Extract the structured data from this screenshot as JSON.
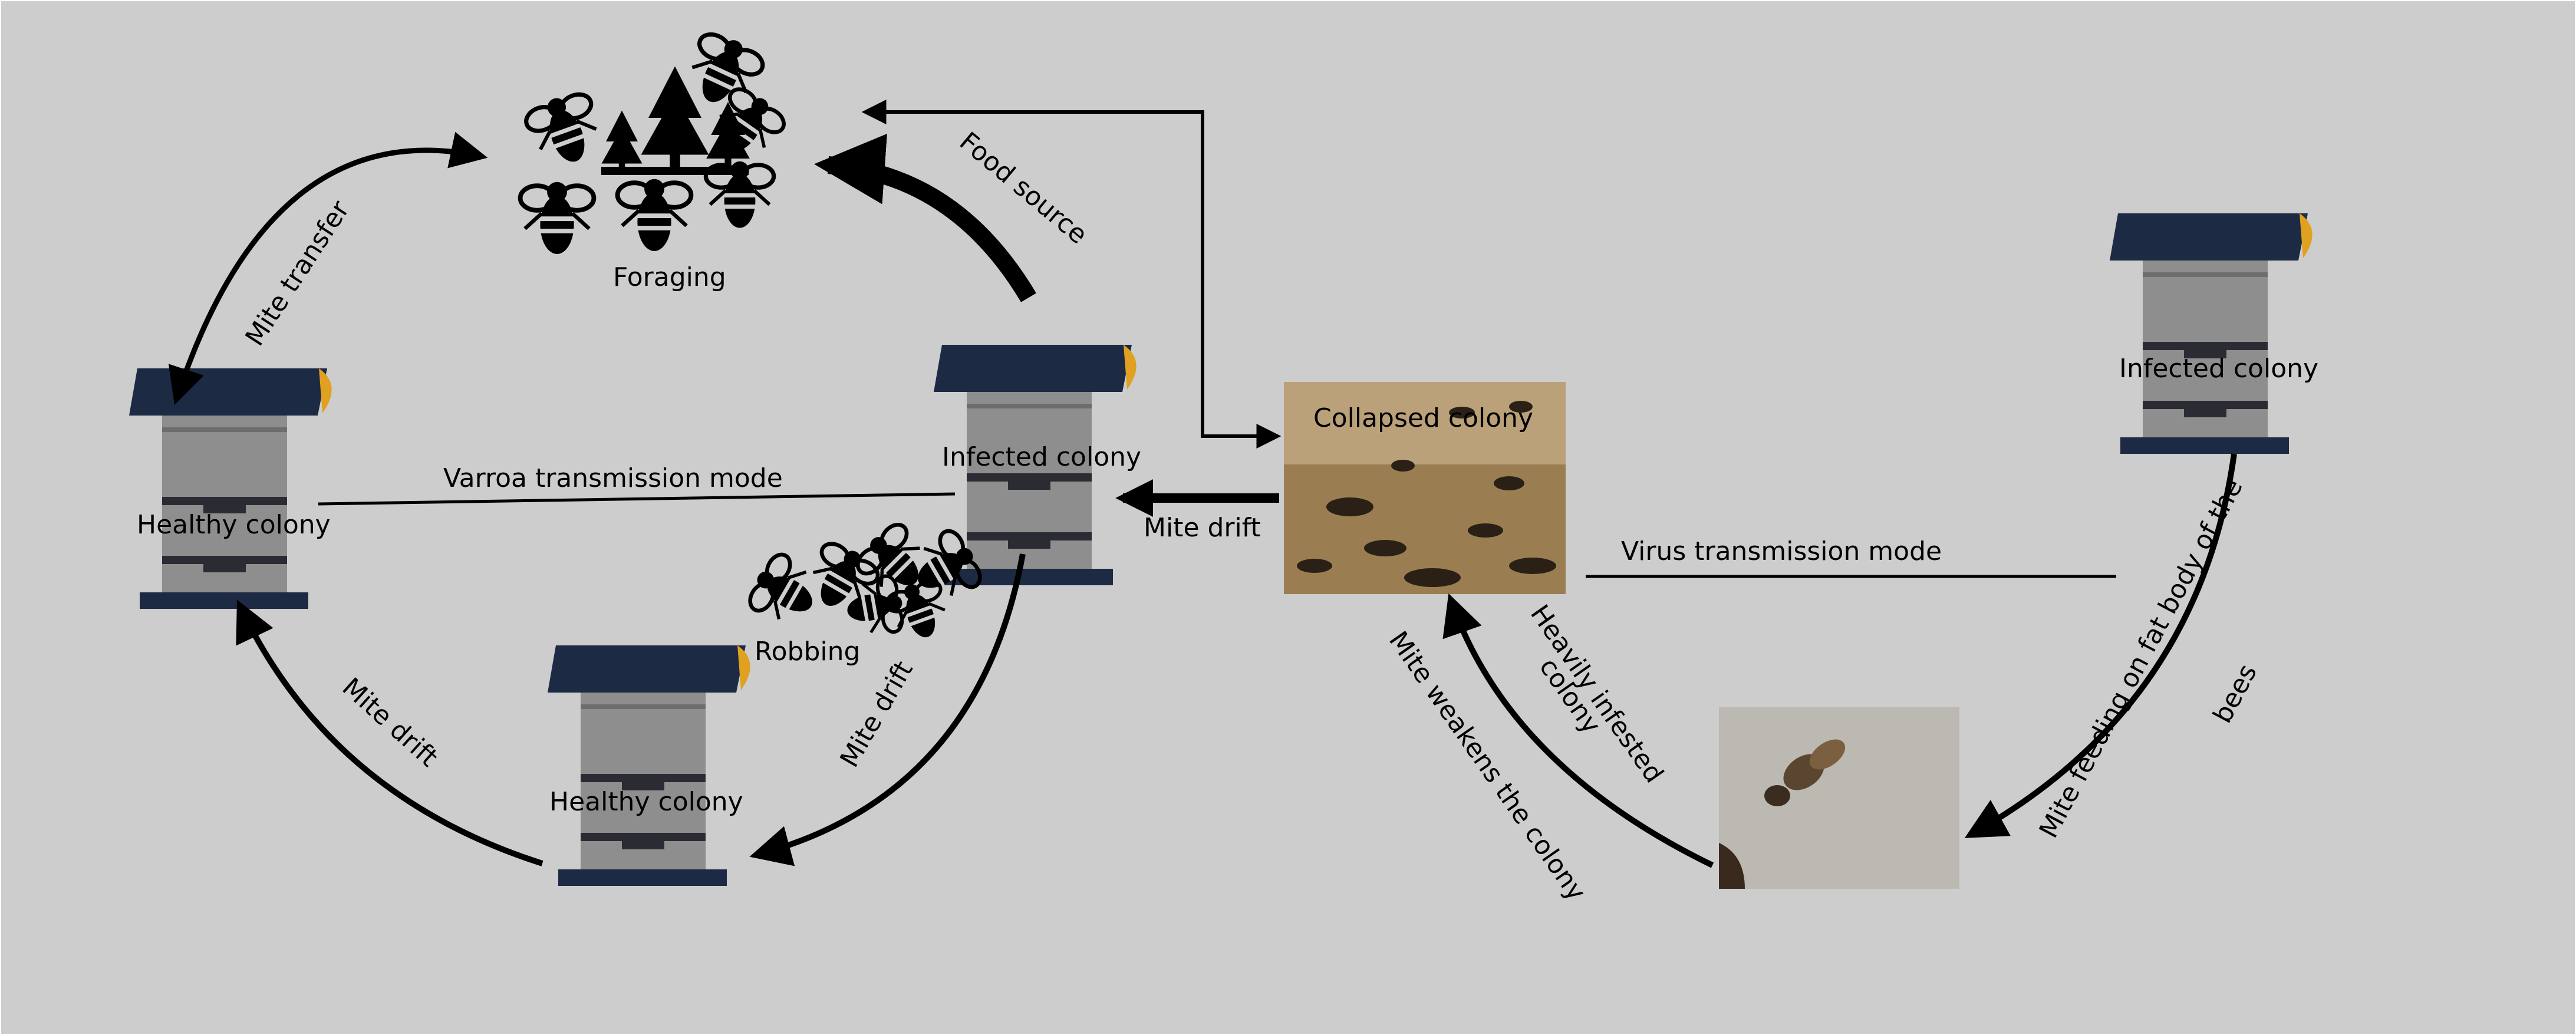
{
  "diagram": {
    "nodes": {
      "foraging": "Foraging",
      "healthy_left": "Healthy colony",
      "healthy_bottom": "Healthy colony",
      "infected_center": "Infected colony",
      "collapsed": "Collapsed colony",
      "infected_right": "Infected colony",
      "robbing": "Robbing"
    },
    "edges": {
      "mite_transfer": "Mite transfer",
      "food_source": "Food source",
      "varroa_mode": "Varroa transmission mode",
      "mite_drift_center": "Mite drift",
      "mite_drift_down": "Mite drift",
      "mite_drift_left": "Mite drift",
      "virus_mode": "Virus transmission mode",
      "heavily_infested": [
        "Heavily infested",
        "colony"
      ],
      "mite_weakens": "Mite weakens the colony",
      "mite_feeding": [
        "Mite feeding on fat body of the",
        "bees"
      ]
    }
  },
  "colors": {
    "background": "#cdcdcd",
    "hive_roof": "#1d2a44",
    "hive_body": "#8e8e8e",
    "hive_band": "#2b2b33",
    "hive_accent": "#e0a020",
    "arrow": "#000000"
  }
}
